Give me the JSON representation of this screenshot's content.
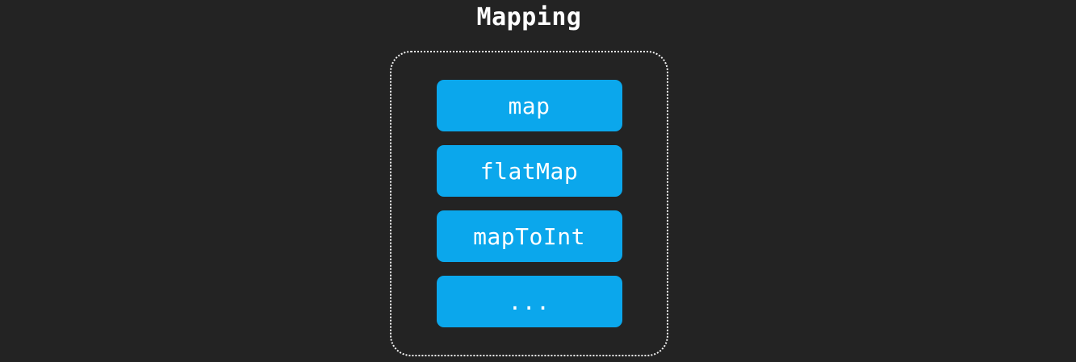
{
  "title": "Mapping",
  "group": {
    "operations": [
      {
        "label": "map"
      },
      {
        "label": "flatMap"
      },
      {
        "label": "mapToInt"
      },
      {
        "label": "..."
      }
    ]
  },
  "colors": {
    "background": "#232323",
    "box_fill": "#0ba7ec",
    "box_text": "#ffffff",
    "group_border": "#f2f2f2",
    "title_text": "#ffffff"
  }
}
